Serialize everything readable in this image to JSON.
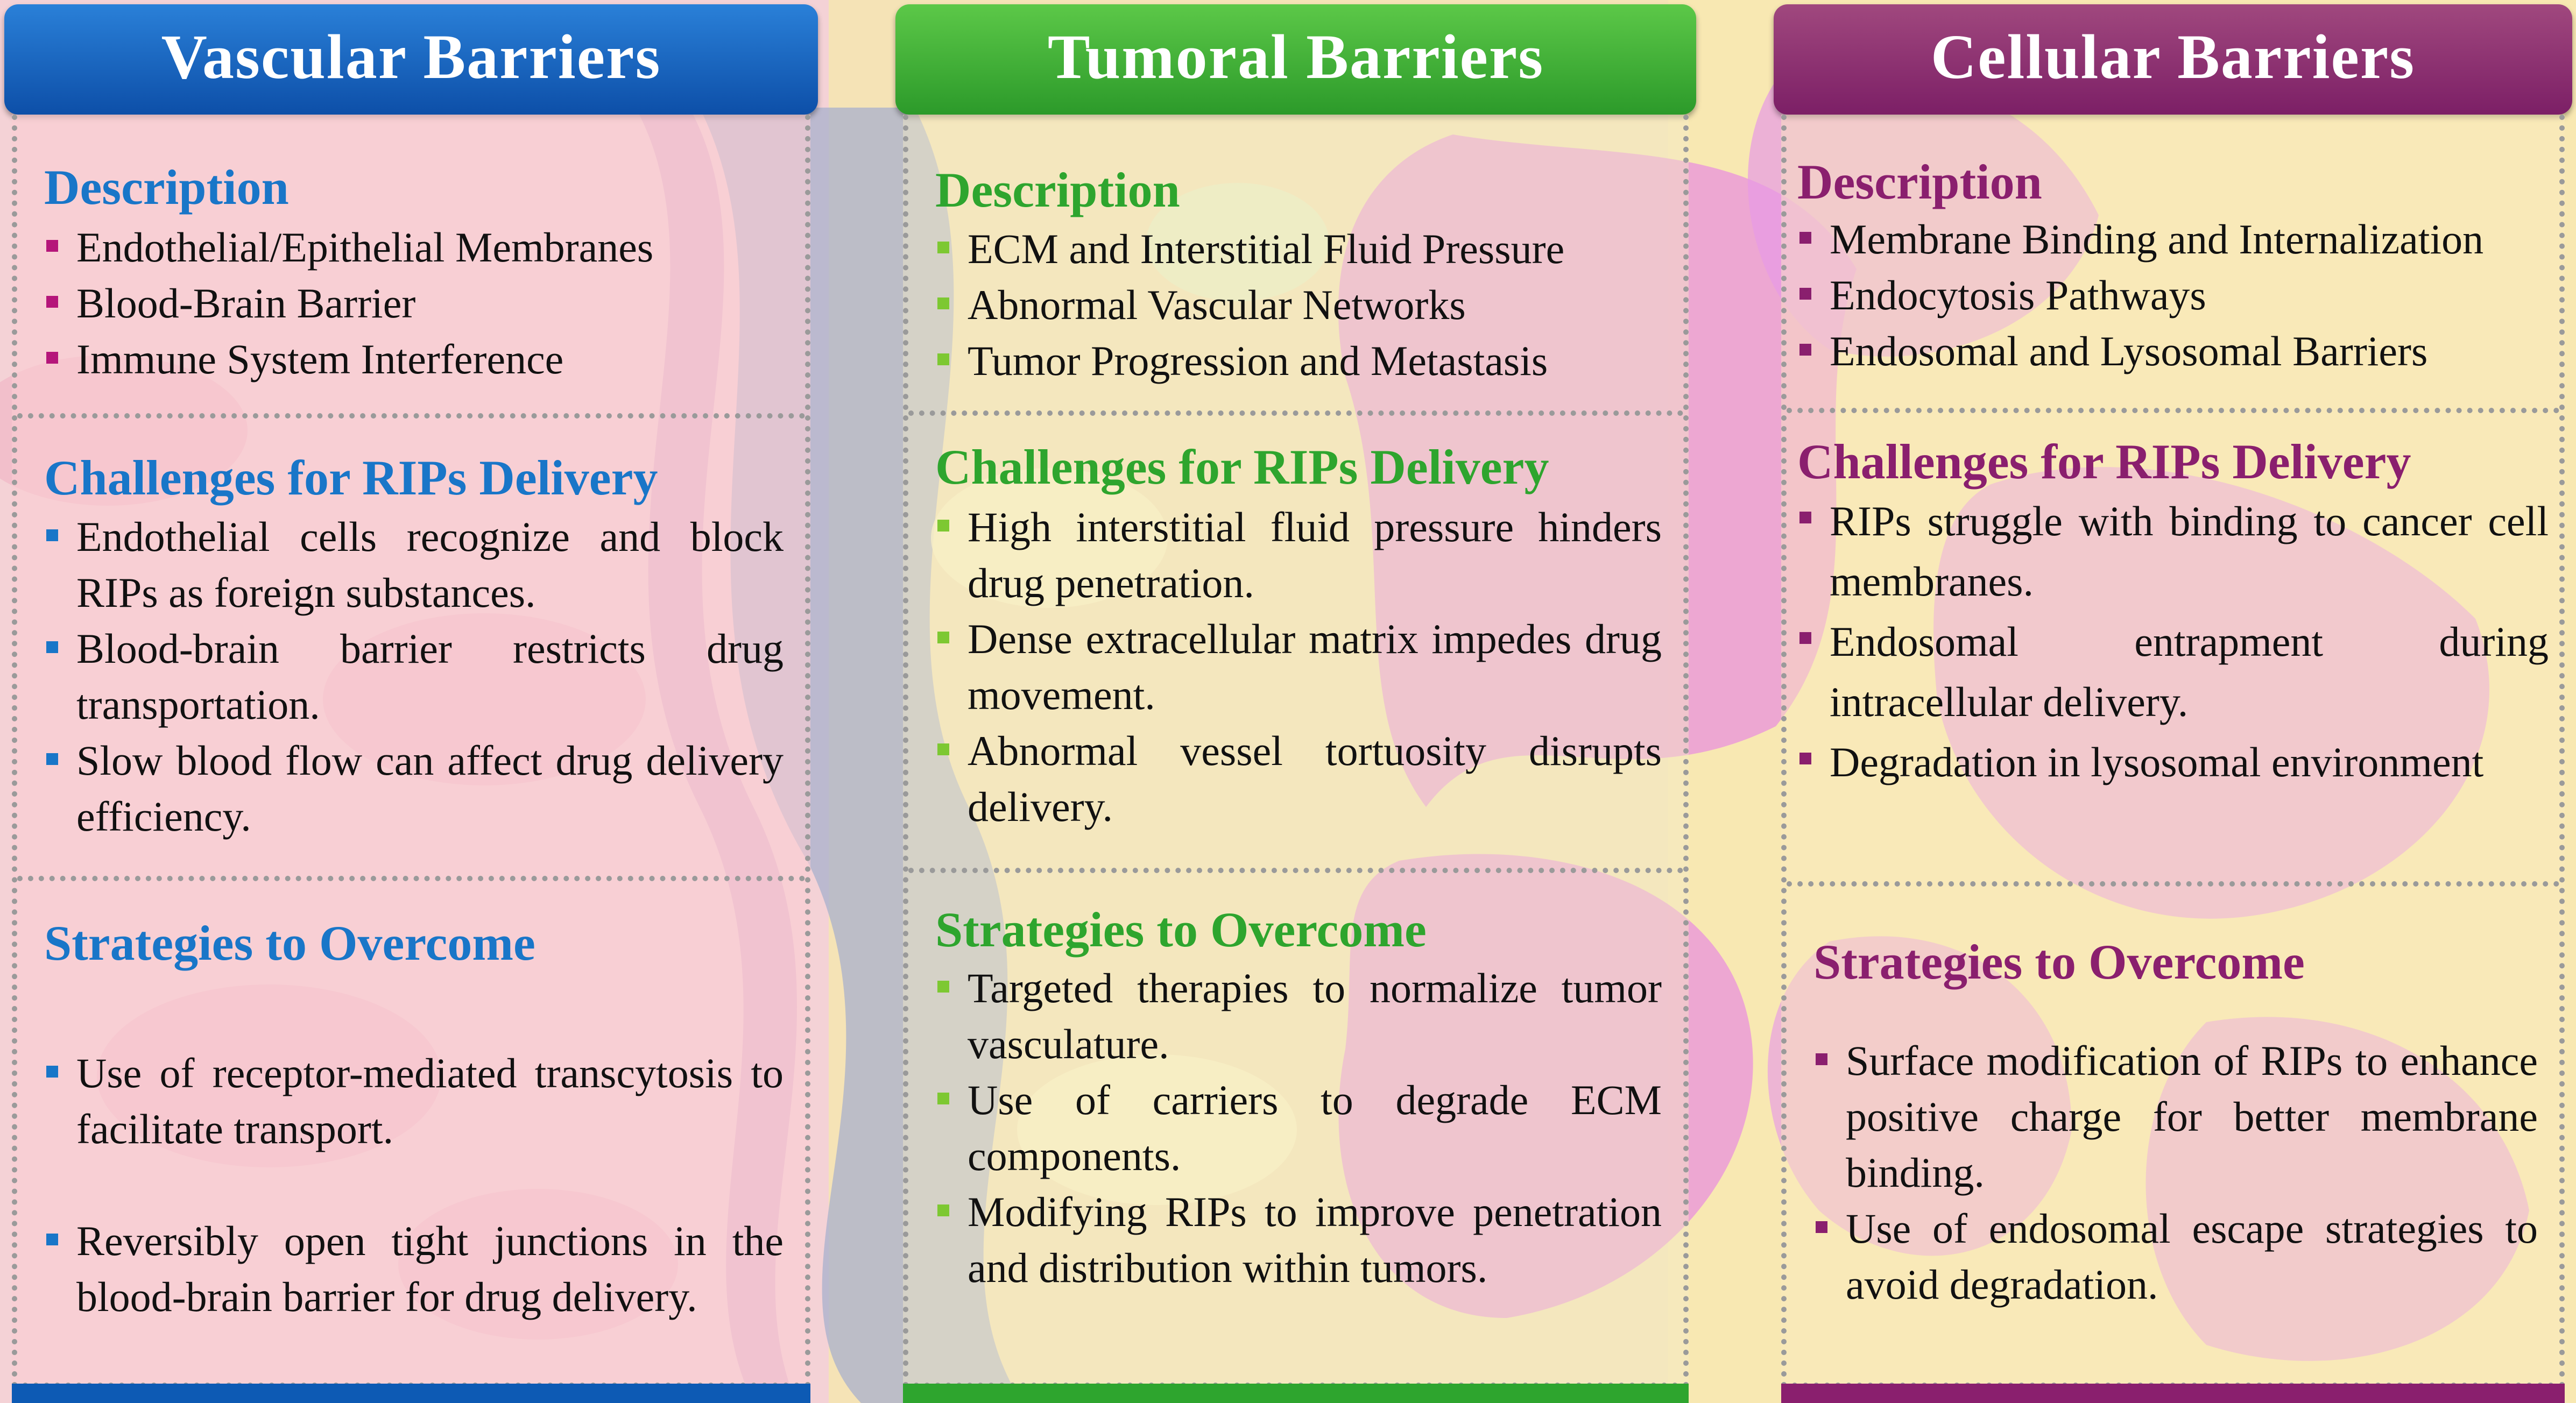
{
  "colors": {
    "vascular": "#0d5ab4",
    "tumoral": "#2ea52e",
    "cellular": "#8a1f6e"
  },
  "columns": [
    {
      "header": "Vascular Barriers",
      "description_title": "Description",
      "description": [
        "Endothelial/Epithelial Membranes",
        "Blood-Brain Barrier",
        "Immune System Interference"
      ],
      "challenges_title": "Challenges for RIPs Delivery",
      "challenges": [
        "Endothelial cells recognize and block RIPs as foreign substances.",
        "Blood-brain barrier restricts drug transportation.",
        "Slow blood flow can affect drug delivery efficiency."
      ],
      "strategies_title": "Strategies to Overcome",
      "strategies": [
        "Use of receptor-mediated transcytosis to facilitate transport.",
        "Reversibly open tight junctions in the blood-brain barrier for drug delivery."
      ]
    },
    {
      "header": "Tumoral  Barriers",
      "description_title": "Description",
      "description": [
        "ECM and Interstitial Fluid Pressure",
        "Abnormal Vascular Networks",
        "Tumor Progression and Metastasis"
      ],
      "challenges_title": "Challenges for RIPs Delivery",
      "challenges": [
        "High interstitial fluid pressure hinders drug penetration.",
        "Dense extracellular matrix impedes drug movement.",
        "Abnormal vessel tortuosity disrupts delivery."
      ],
      "strategies_title": "Strategies to Overcome",
      "strategies": [
        "Targeted therapies to normalize tumor vasculature.",
        "Use of carriers to degrade ECM components.",
        "Modifying RIPs to improve penetration and distribution within tumors."
      ]
    },
    {
      "header": "Cellular Barriers",
      "description_title": "Description",
      "description": [
        "Membrane Binding and Internalization",
        "Endocytosis Pathways",
        "Endosomal and Lysosomal Barriers"
      ],
      "challenges_title": "Challenges for RIPs Delivery",
      "challenges": [
        "RIPs struggle with binding to cancer cell membranes.",
        "Endosomal entrapment during intracellular delivery.",
        "Degradation in lysosomal environment"
      ],
      "strategies_title": "Strategies to Overcome",
      "strategies": [
        "Surface modification of RIPs to enhance positive charge for better membrane binding.",
        "Use of endosomal escape strategies to avoid degradation."
      ]
    }
  ]
}
